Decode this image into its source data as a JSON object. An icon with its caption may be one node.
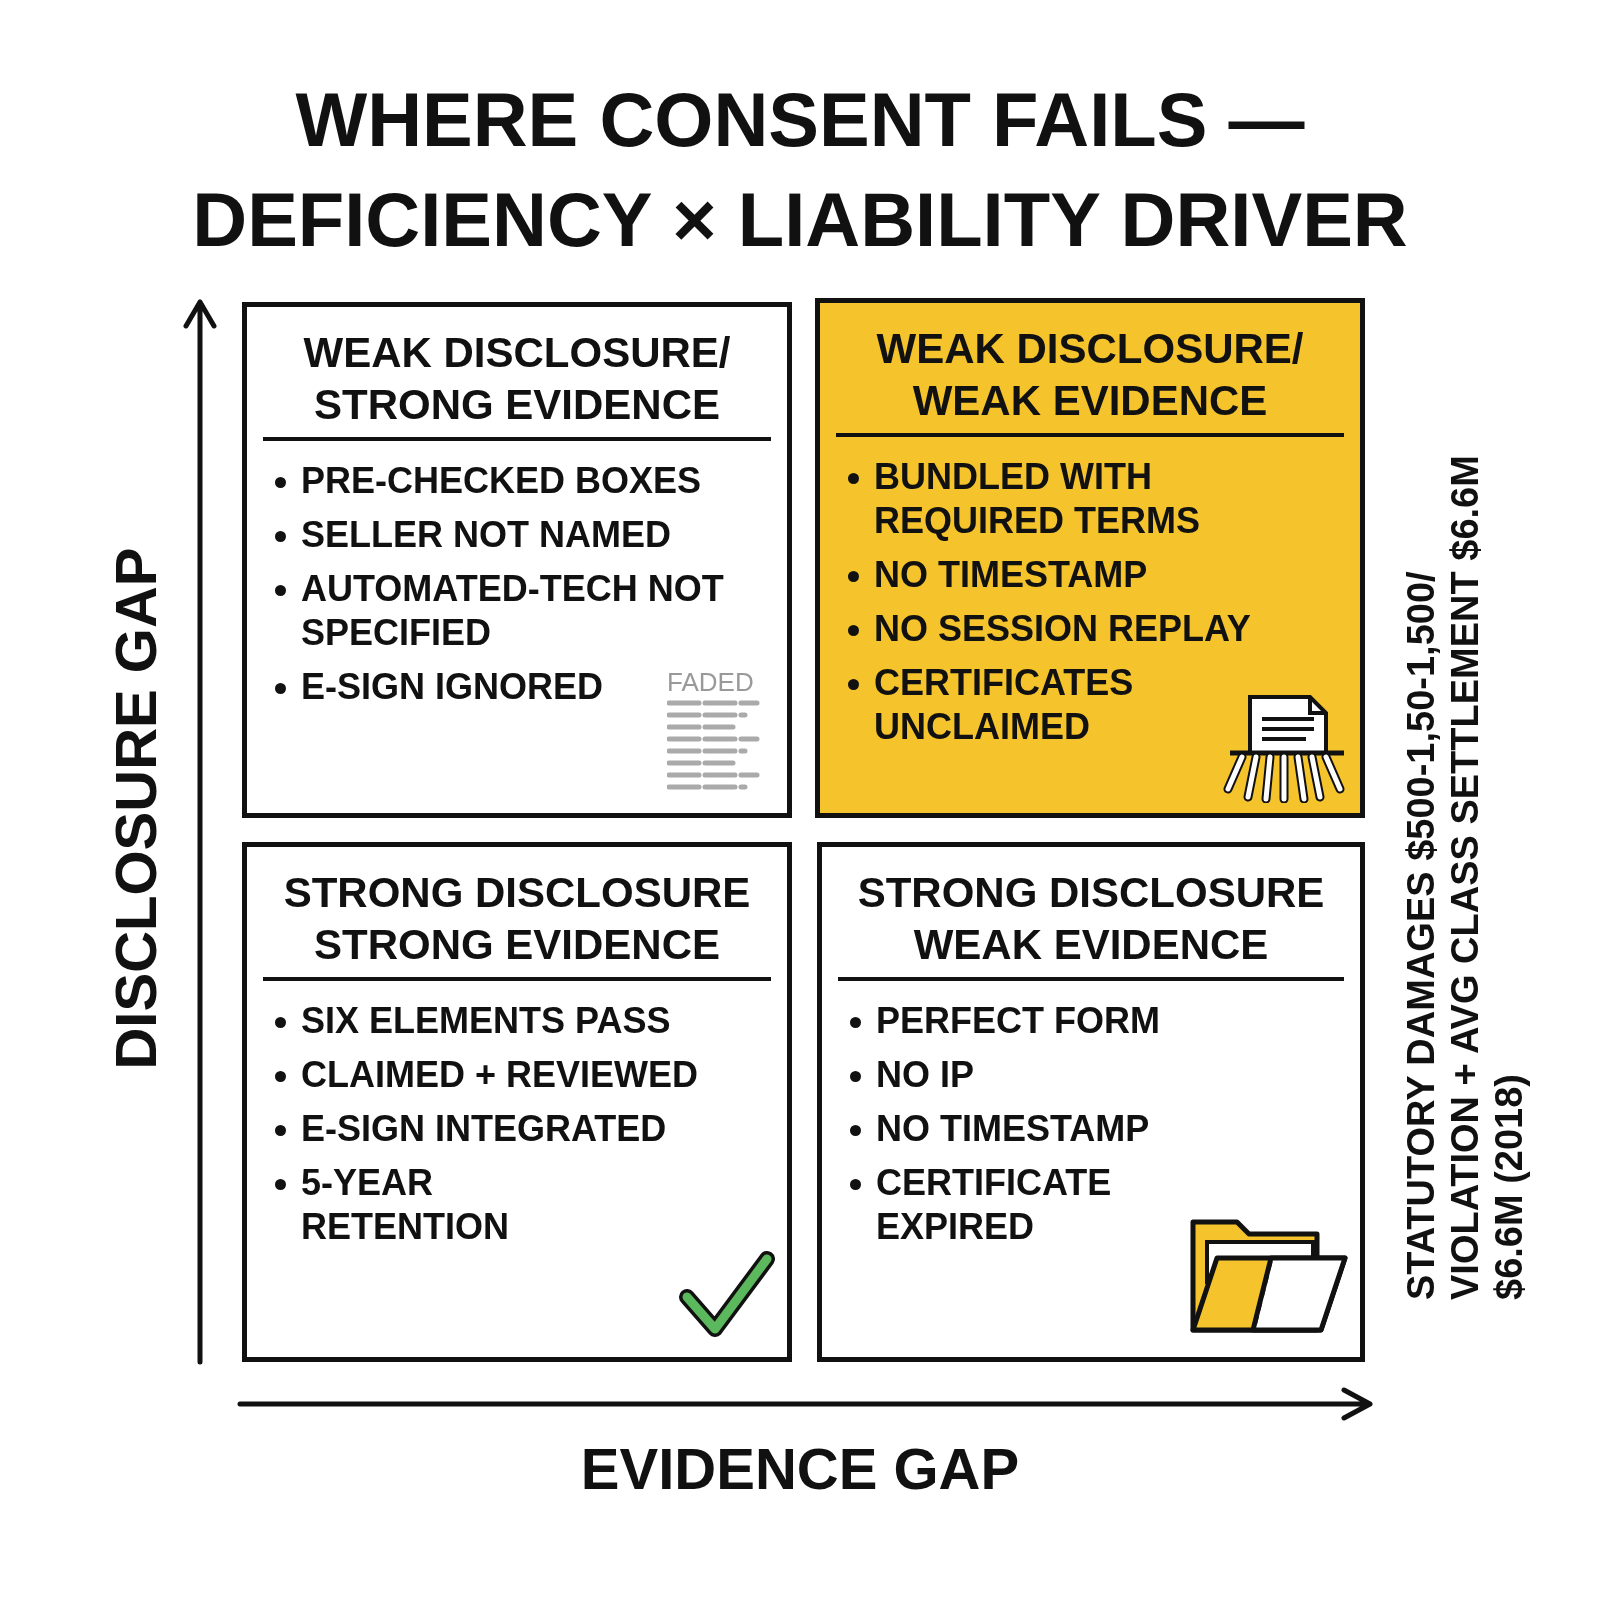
{
  "diagram": {
    "title": "WHERE CONSENT FAILS — DEFICIENCY × LIABILITY DRIVER",
    "nodes": [
      {
        "text": [
          "WEAK DISCLOSURE/ STRONG EVIDENCE",
          "PRE-CHECKED BOXES",
          "SELLER NOT NAMED",
          "AUTOMATED-TECH NOT SPECIFIED",
          "E-SIGN IGNORED"
        ]
      },
      {
        "text": [
          "WEAK DISCLOSURE/ WEAK EVIDENCE",
          "BUNDLED WITH REQUIRED TERMS",
          "NO TIMESTAMP",
          "NO SESSION REPLAY",
          "CERTIFICATES UNCLAIMED"
        ]
      },
      {
        "text": [
          "STRONG DISCLOSURE STRONG EVIDENCE",
          "SIX ELEMENTS PASS",
          "CLAIMED + REVIEWED",
          "E-SIGN INTEGRATED",
          "5-YEAR RETENTION"
        ]
      },
      {
        "text": [
          "STRONG DISCLOSURE WEAK EVIDENCE",
          "PERFECT FORM",
          "NO IP",
          "NO TIMESTAMP",
          "CERTIFICATE EXPIRED"
        ]
      }
    ],
    "edges": [],
    "labels": [
      "DISCLOSURE GAP",
      "FADED",
      "STATUTORY DAMAGES $500-1,50-1,500/ VIOLATION + AVG CLASS SETTLEMENT $6.6M $6.6M (2018)",
      "EVIDENCE GAP"
    ]
  }
}
